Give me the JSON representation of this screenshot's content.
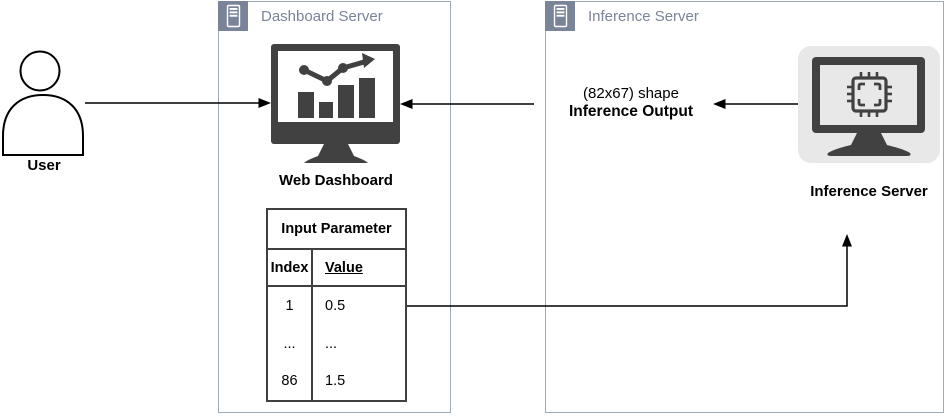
{
  "user": {
    "label": "User"
  },
  "containers": {
    "dashboard": {
      "title": "Dashboard Server"
    },
    "inference": {
      "title": "Inference Server"
    }
  },
  "nodes": {
    "web_dashboard": {
      "label": "Web Dashboard"
    },
    "inference_server": {
      "label": "Inference Server"
    }
  },
  "edge_label": {
    "line1": "(82x67) shape",
    "line2": "Inference Output"
  },
  "table": {
    "title": "Input Parameter",
    "columns": [
      "Index",
      "Value"
    ],
    "rows": [
      {
        "index": "1",
        "value": "0.5"
      },
      {
        "index": "...",
        "value": "..."
      },
      {
        "index": "86",
        "value": "1.5"
      }
    ]
  },
  "colors": {
    "container_accent": "#7A8499",
    "container_border": "#A0A9B6",
    "icon_dark": "#414141",
    "icon_card_bg": "#E8E8E8",
    "edge": "#000000",
    "text": "#000000"
  }
}
